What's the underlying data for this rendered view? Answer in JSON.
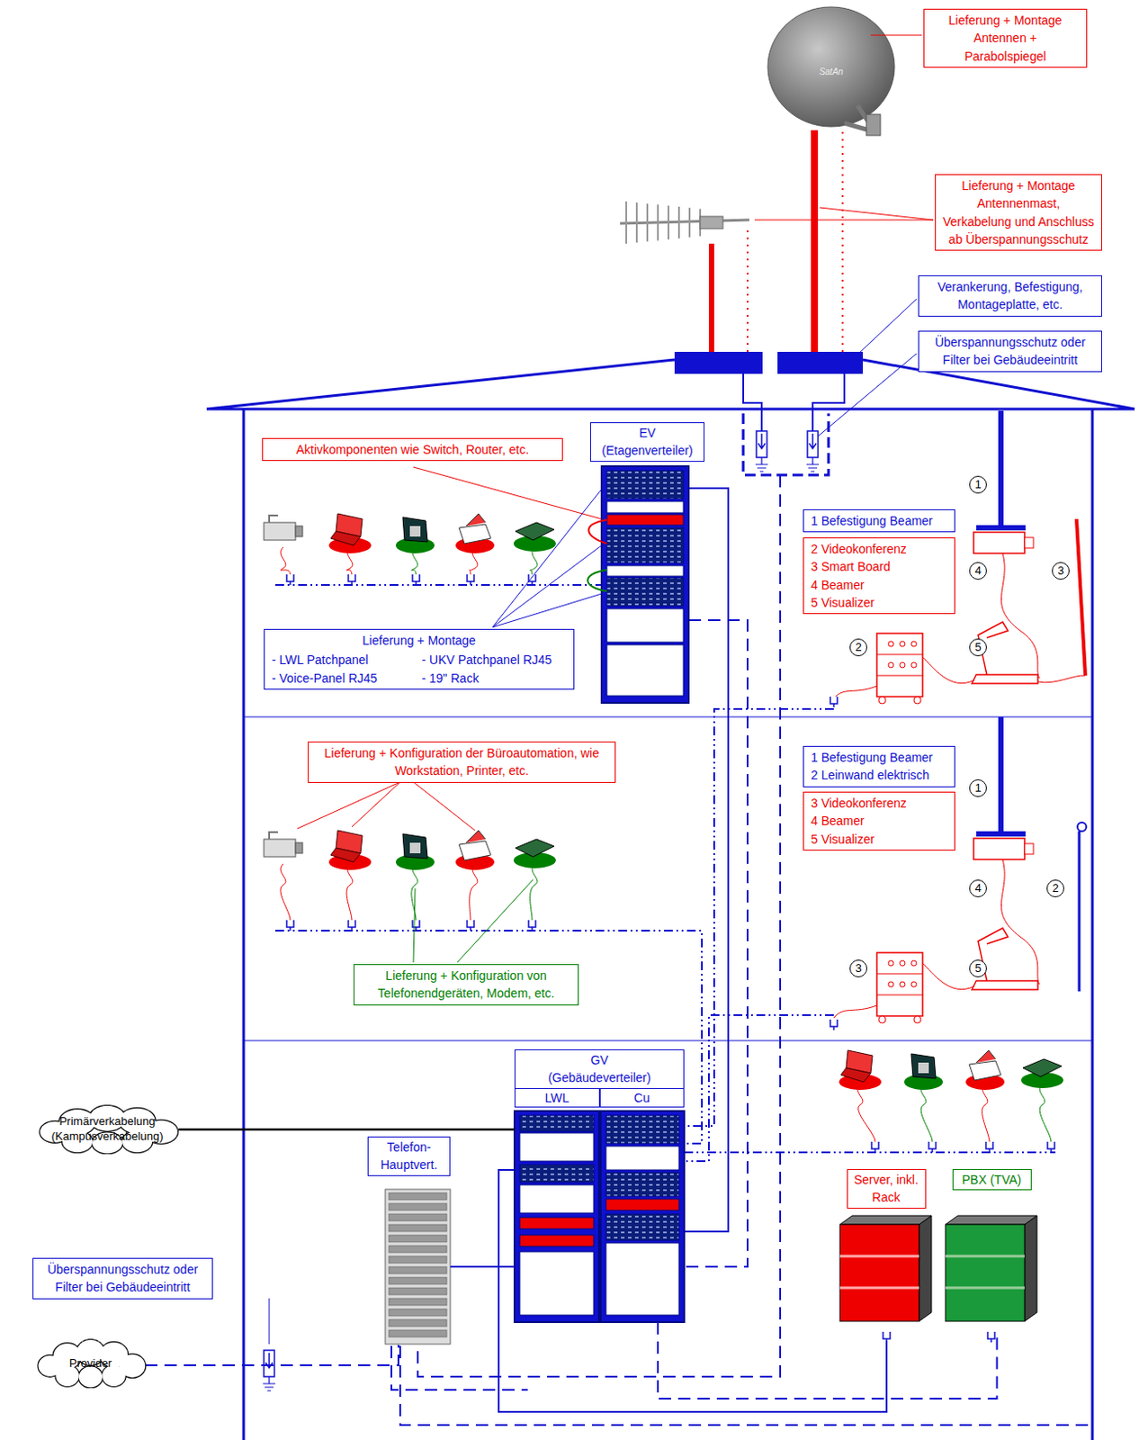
{
  "diagram": {
    "nodes": [
      {
        "text": [
          "Lieferung + Montage Antennen + Parabolspiegel"
        ]
      },
      {
        "text": [
          "Lieferung + Montage Antennenmast, Verkabelung und Anschluss ab Überspannungsschutz"
        ]
      },
      {
        "text": [
          "Verankerung, Befestigung, Montageplatte, etc."
        ]
      },
      {
        "text": [
          "Überspannungsschutz oder Filter bei Gebäudeeintritt"
        ]
      },
      {
        "text": [
          "EV (Etagenverteiler)"
        ]
      },
      {
        "text": [
          "Aktivkomponenten wie Switch, Router, etc."
        ]
      },
      {
        "text": [
          "Lieferung + Montage",
          "- LWL Patchpanel",
          "- UKV Patchpanel RJ45",
          "- Voice-Panel RJ45",
          "- 19\" Rack"
        ]
      },
      {
        "text": [
          "1 Befestigung Beamer"
        ]
      },
      {
        "text": [
          "2 Videokonferenz",
          "3 Smart Board",
          "4 Beamer",
          "5 Visualizer"
        ]
      },
      {
        "text": [
          "Lieferung + Konfiguration der Büroautomation, wie Workstation, Printer, etc."
        ]
      },
      {
        "text": [
          "1 Befestigung Beamer",
          "2 Leinwand elektrisch"
        ]
      },
      {
        "text": [
          "3 Videokonferenz",
          "4 Beamer",
          "5 Visualizer"
        ]
      },
      {
        "text": [
          "Lieferung + Konfiguration von Telefonendgeräten, Modem, etc."
        ]
      },
      {
        "text": [
          "GV (Gebäudeverteiler)",
          "LWL",
          "Cu"
        ]
      },
      {
        "text": [
          "Telefon-Hauptvert."
        ]
      },
      {
        "text": [
          "Server, inkl. Rack"
        ]
      },
      {
        "text": [
          "PBX (TVA)"
        ]
      },
      {
        "text": [
          "Primärverkabelung (Kampusverkabelung)"
        ]
      },
      {
        "text": [
          "Provider"
        ]
      },
      {
        "text": [
          "Überspannungsschutz oder Filter bei Gebäudeeintritt"
        ]
      }
    ],
    "edges": [
      {
        "from": 17,
        "to": 13,
        "arrow": "none"
      },
      {
        "from": 18,
        "to": 14,
        "arrow": "none"
      },
      {
        "from": 14,
        "to": 13,
        "arrow": "none"
      },
      {
        "from": 13,
        "to": 16,
        "arrow": "none"
      }
    ],
    "labels": [
      "SatAn",
      "1",
      "4",
      "3",
      "2",
      "5",
      "1",
      "4",
      "2",
      "3",
      "5"
    ]
  }
}
